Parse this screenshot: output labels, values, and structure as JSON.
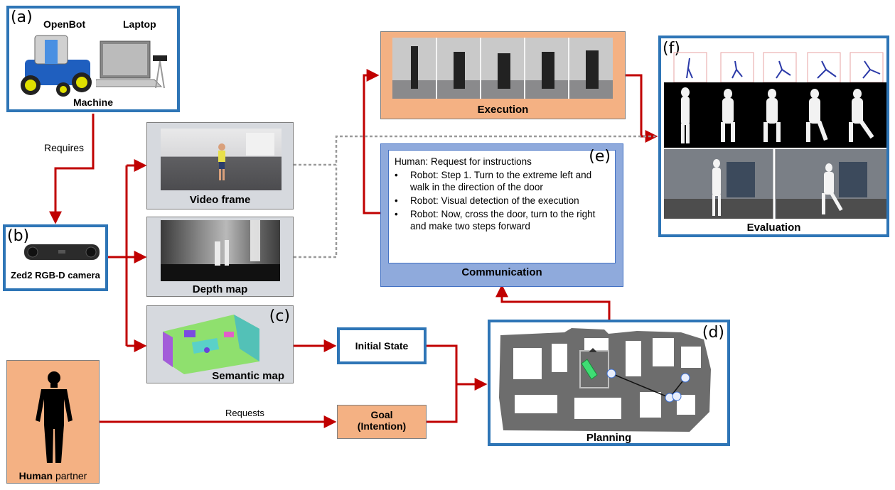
{
  "panels": {
    "a": {
      "letter": "(a)",
      "openbot": "OpenBot",
      "laptop": "Laptop",
      "caption": "Machine"
    },
    "b": {
      "letter": "(b)",
      "caption": "Zed2 RGB-D camera"
    },
    "c": {
      "letter": "(c)",
      "caption": "Semantic map"
    },
    "d": {
      "letter": "(d)",
      "caption": "Planning"
    },
    "e": {
      "letter": "(e)",
      "caption": "Communication",
      "header": "Human: Request for instructions",
      "items": [
        "Robot: Step 1. Turn to the extreme left and walk in the direction of the door",
        "Robot: Visual detection of the execution",
        "Robot: Now, cross the door, turn to the right and make two steps forward"
      ]
    },
    "f": {
      "letter": "(f)",
      "caption": "Evaluation"
    }
  },
  "video_frame": "Video frame",
  "depth_map": "Depth map",
  "execution": "Execution",
  "initial_state": "Initial State",
  "goal": {
    "line1": "Goal",
    "line2": "(Intention)"
  },
  "human": {
    "bold": "Human",
    "normal": " partner"
  },
  "edges": {
    "requires": "Requires",
    "requests": "Requests"
  },
  "colors": {
    "blue_border": "#2e75b6",
    "arrow_red": "#c00000",
    "orange": "#f4b183",
    "comm_blue": "#8faadc",
    "gray_box": "#d6d9de"
  }
}
